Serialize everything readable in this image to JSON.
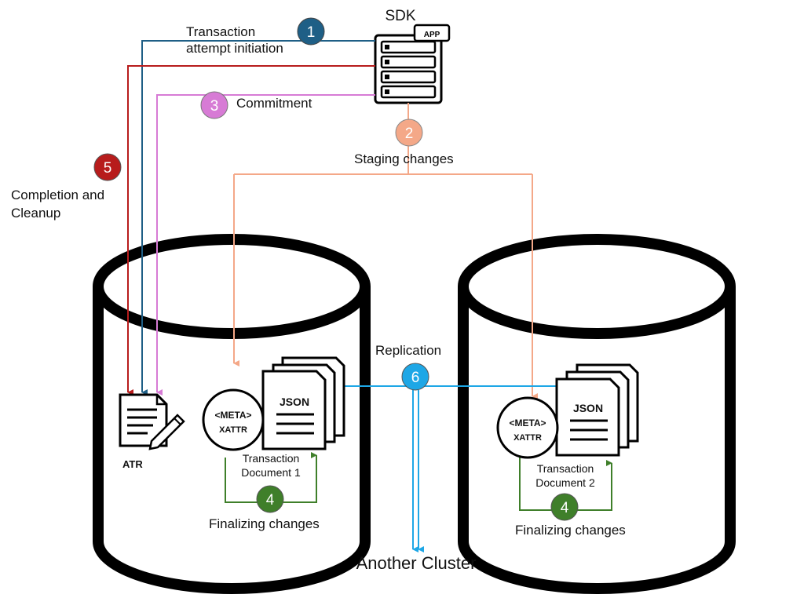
{
  "sdk": {
    "title": "SDK",
    "app_badge": "APP"
  },
  "steps": {
    "s1": {
      "number": "1",
      "label_line1": "Transaction",
      "label_line2": "attempt initiation",
      "color": "#1f5f86"
    },
    "s2": {
      "number": "2",
      "label": "Staging changes",
      "color": "#f4a888"
    },
    "s3": {
      "number": "3",
      "label": "Commitment",
      "color": "#d77bd5"
    },
    "s4a": {
      "number": "4",
      "label": "Finalizing changes",
      "color": "#3f7f2a"
    },
    "s4b": {
      "number": "4",
      "label": "Finalizing changes",
      "color": "#3f7f2a"
    },
    "s5": {
      "number": "5",
      "label_line1": "Completion and",
      "label_line2": "Cleanup",
      "color": "#b71c1c"
    },
    "s6": {
      "number": "6",
      "label": "Replication",
      "color": "#1ea7e6"
    }
  },
  "left_cluster": {
    "atr_label": "ATR",
    "doc": {
      "meta": "<META>",
      "xattr": "XATTR",
      "json": "JSON",
      "caption_line1": "Transaction",
      "caption_line2": "Document 1"
    }
  },
  "right_cluster": {
    "doc": {
      "meta": "<META>",
      "xattr": "XATTR",
      "json": "JSON",
      "caption_line1": "Transaction",
      "caption_line2": "Document 2"
    }
  },
  "another_cluster": "Another Cluster"
}
